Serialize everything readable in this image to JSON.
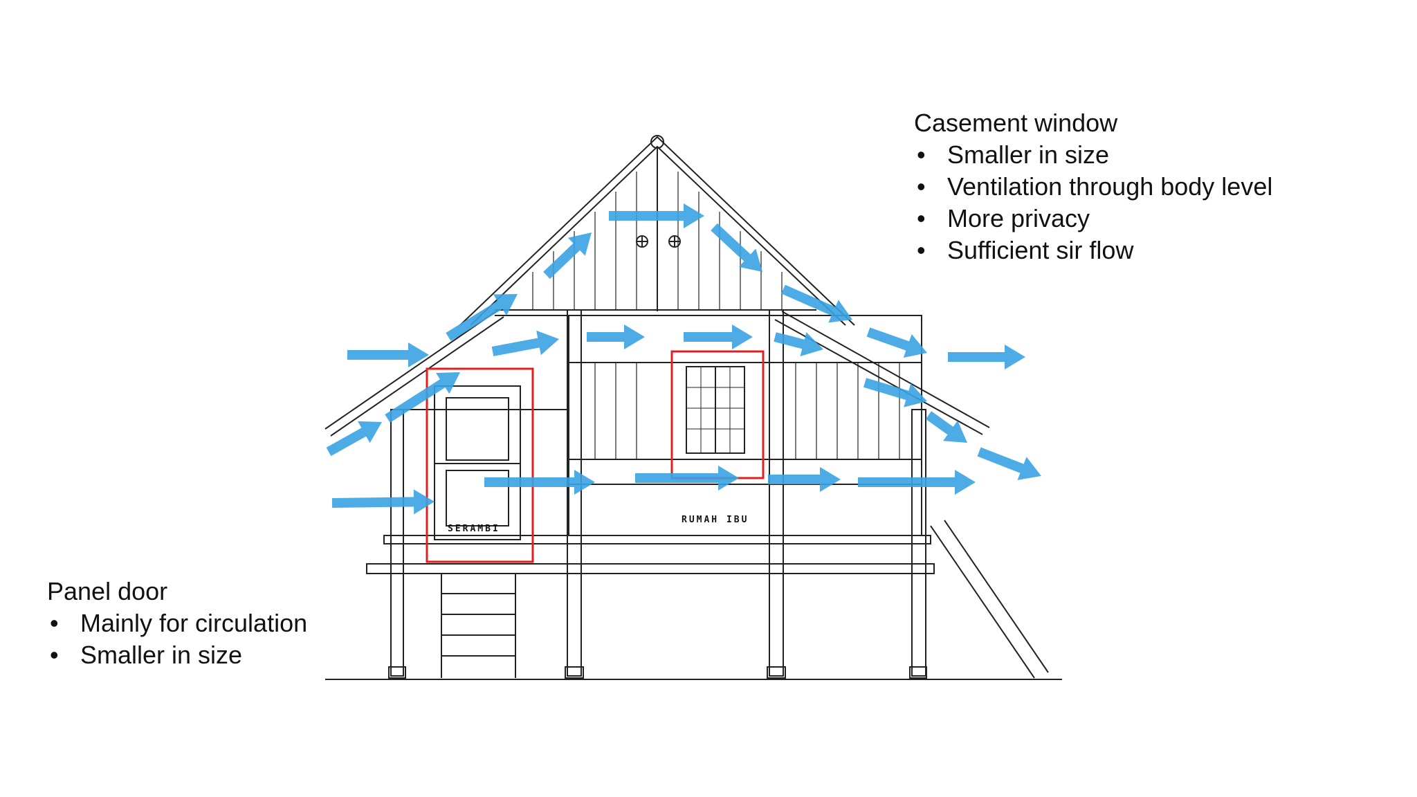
{
  "annotations": {
    "window": {
      "title": "Casement window",
      "bullets": [
        "Smaller in size",
        "Ventilation through body level",
        "More privacy",
        "Sufficient sir flow"
      ]
    },
    "door": {
      "title": "Panel door",
      "bullets": [
        "Mainly for circulation",
        "Smaller in size"
      ]
    }
  },
  "drawing_labels": {
    "serambi": "SERAMBI",
    "rumah_ibu": "RUMAH IBU"
  },
  "colors": {
    "airflow_arrow": "#3aa3e3",
    "highlight_box": "#e02020",
    "line_art": "#222222"
  }
}
